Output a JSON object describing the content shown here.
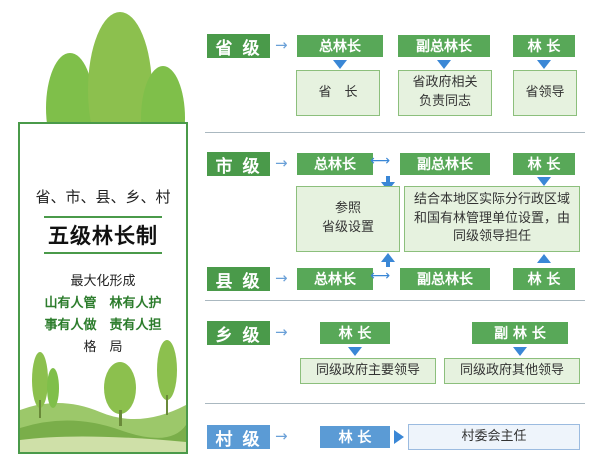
{
  "left": {
    "title1": "省、市、县、乡、村",
    "title2": "五级林长制",
    "sub": "最大化形成",
    "line1": "山有人管　林有人护",
    "line2": "事有人做　责有人担",
    "line3": "格　局"
  },
  "levels": {
    "province": "省 级",
    "city": "市 级",
    "county": "县 级",
    "township": "乡 级",
    "village": "村 级"
  },
  "roles": {
    "chief": "总林长",
    "deputy_chief": "副总林长",
    "forest_chief": "林 长",
    "deputy_forest_chief": "副 林 长"
  },
  "boxes": {
    "province_governor": "省　长",
    "province_related": "省政府相关\n负责同志",
    "province_leader": "省领导",
    "ref_province": "参照\n省级设置",
    "local_setting": "结合本地区实际分行政区域和国有林管理单位设置，由同级领导担任",
    "town_main": "同级政府主要领导",
    "town_other": "同级政府其他领导",
    "village_head": "村委会主任"
  },
  "colors": {
    "green": "#4a9a4a",
    "blue": "#5b9bd5",
    "box": "#e6f2df"
  }
}
